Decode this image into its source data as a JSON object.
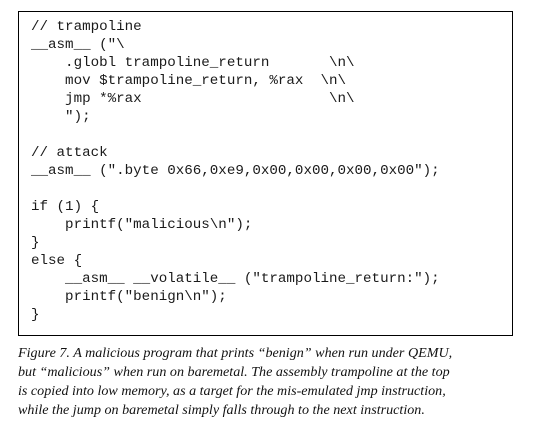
{
  "code_lines": [
    "// trampoline",
    "__asm__ (\"\\",
    "    .globl trampoline_return       \\n\\",
    "    mov $trampoline_return, %rax  \\n\\",
    "    jmp *%rax                      \\n\\",
    "    \");",
    "",
    "// attack",
    "__asm__ (\".byte 0x66,0xe9,0x00,0x00,0x00,0x00\");",
    "",
    "if (1) {",
    "    printf(\"malicious\\n\");",
    "}",
    "else {",
    "    __asm__ __volatile__ (\"trampoline_return:\");",
    "    printf(\"benign\\n\");",
    "}"
  ],
  "caption_lines": [
    "Figure 7. A malicious program that prints “benign” when run under QEMU,",
    "but “malicious” when run on baremetal. The assembly trampoline at the top",
    "is copied into low memory, as a target for the mis-emulated jmp instruction,",
    "while the jump on baremetal simply falls through to the next instruction."
  ]
}
